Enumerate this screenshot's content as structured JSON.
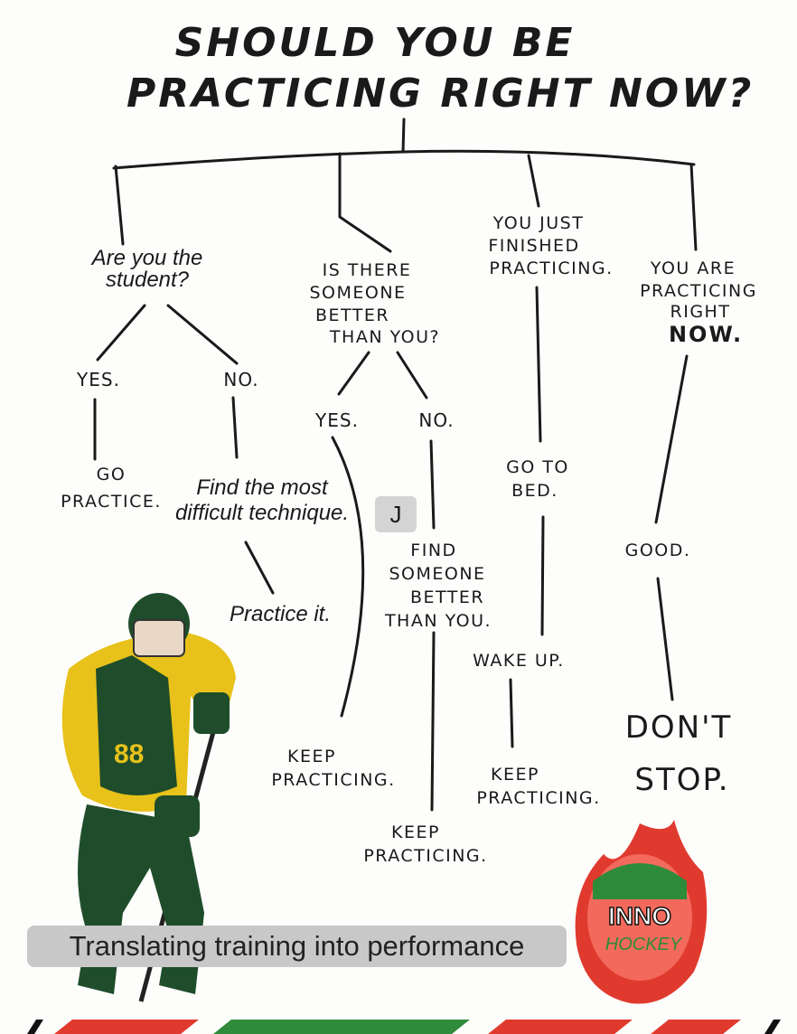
{
  "title": {
    "line1": "SHOULD YOU BE",
    "line2": "PRACTICING RIGHT NOW?"
  },
  "branches": {
    "student": {
      "question_line1": "Are you the",
      "question_line2": "student?",
      "yes": "YES.",
      "no": "NO.",
      "yes_result_line1": "GO",
      "yes_result_line2": "PRACTICE.",
      "no_result_line1": "Find the most",
      "no_result_line2": "difficult technique.",
      "no_result_next": "Practice it."
    },
    "better": {
      "question_line1": "IS THERE",
      "question_line2": "SOMEONE",
      "question_line3": "BETTER",
      "question_line4": "THAN YOU?",
      "yes": "YES.",
      "no": "NO.",
      "yes_result_line1": "KEEP",
      "yes_result_line2": "PRACTICING.",
      "no_result_line1": "FIND",
      "no_result_line2": "SOMEONE",
      "no_result_line3": "BETTER",
      "no_result_line4": "THAN YOU.",
      "no_result_next_line1": "KEEP",
      "no_result_next_line2": "PRACTICING."
    },
    "finished": {
      "question_line1": "YOU JUST",
      "question_line2": "FINISHED",
      "question_line3": "PRACTICING.",
      "step1_line1": "GO TO",
      "step1_line2": "BED.",
      "step2": "WAKE UP.",
      "step3_line1": "KEEP",
      "step3_line2": "PRACTICING."
    },
    "now": {
      "question_line1": "YOU ARE",
      "question_line2": "PRACTICING",
      "question_line3": "RIGHT",
      "question_line4": "NOW.",
      "step1": "GOOD.",
      "step2_line1": "DON'T",
      "step2_line2": "STOP."
    }
  },
  "chip_label": "J",
  "caption": "Translating training into performance",
  "logo": {
    "text_line1": "INNO",
    "text_line2": "HOCKEY"
  },
  "player": {
    "jersey_number": "88"
  },
  "colors": {
    "ink": "#1a1a1a",
    "brand_red": "#e03a2f",
    "brand_green": "#2e8b3a",
    "jersey_green": "#1f4d2b",
    "jersey_yellow": "#e8c21a"
  }
}
